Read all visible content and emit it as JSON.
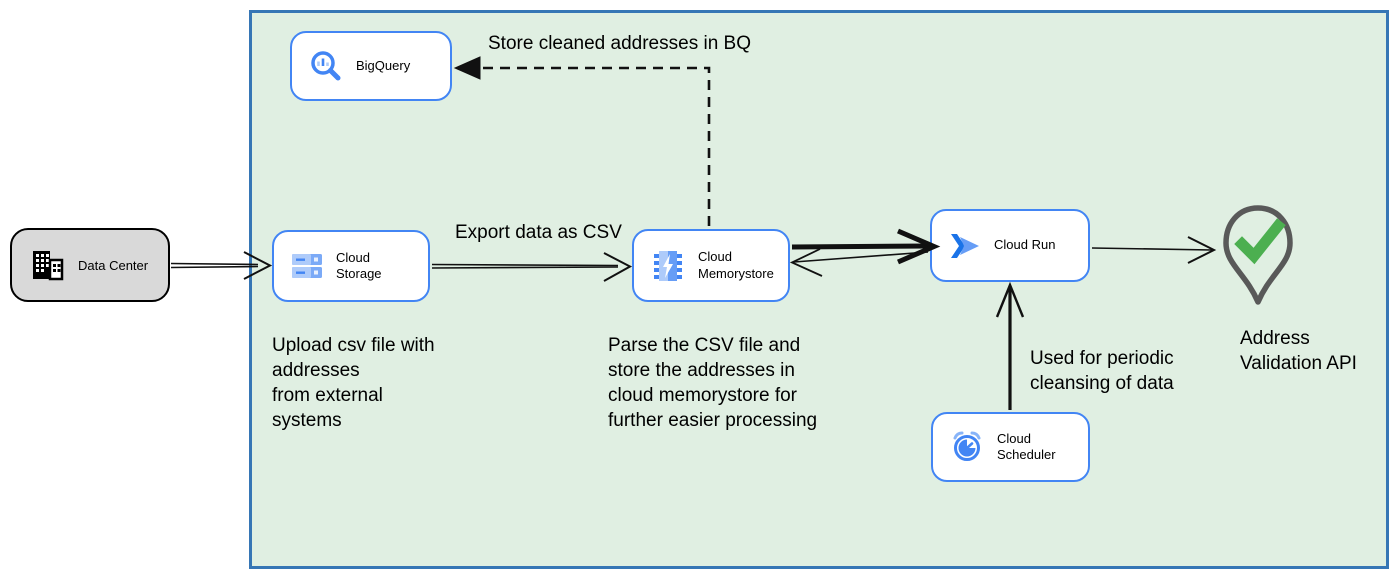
{
  "diagram": {
    "zone": {
      "name": "gcp-zone"
    },
    "nodes": {
      "data_center": {
        "label": "Data Center"
      },
      "bigquery": {
        "label": "BigQuery"
      },
      "cloud_storage": {
        "label": "Cloud Storage"
      },
      "cloud_memorystore": {
        "label": "Cloud Memorystore"
      },
      "cloud_run": {
        "label": "Cloud Run"
      },
      "cloud_scheduler": {
        "label": "Cloud Scheduler"
      },
      "address_validation": {
        "label": "Address Validation API"
      }
    },
    "annotations": {
      "store_bq": "Store cleaned addresses in BQ",
      "export_csv": "Export data as CSV",
      "upload_note": "Upload csv file with\naddresses\nfrom external\nsystems",
      "parse_note": "Parse the CSV file and\nstore the addresses in\ncloud  memorystore for\nfurther easier processing",
      "periodic_note": "Used for periodic\ncleansing of data"
    },
    "colors": {
      "zone_fill": "#e0efe2",
      "zone_border": "#3676b5",
      "node_border": "#4285f4",
      "icon_blue": "#4285f4",
      "icon_blue_light": "#aecbfa",
      "icon_blue_mid": "#669df6",
      "data_center_fill": "#d9d9d9",
      "check_green": "#4caf50",
      "pin_outline": "#595959",
      "arrow": "#111111"
    }
  }
}
